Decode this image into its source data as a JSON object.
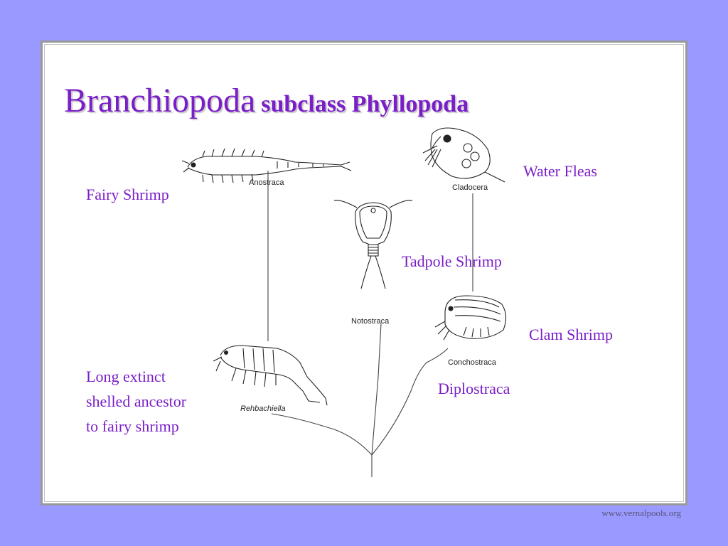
{
  "title": {
    "main": "Branchiopoda",
    "sub": "subclass Phyllopoda"
  },
  "labels": {
    "fairy_shrimp": "Fairy Shrimp",
    "water_fleas": "Water Fleas",
    "tadpole_shrimp": "Tadpole Shrimp",
    "clam_shrimp": "Clam Shrimp",
    "diplostraca": "Diplostraca",
    "ancestor": [
      "Long extinct",
      "shelled ancestor",
      "to fairy shrimp"
    ]
  },
  "specimens": {
    "anostraca": "Anostraca",
    "cladocera": "Cladocera",
    "notostraca": "Notostraca",
    "conchostraca": "Conchostraca",
    "rehbachiella": "Rehbachiella"
  },
  "credit": "www.vernalpools.org",
  "colors": {
    "background": "#9999ff",
    "text": "#7a1ec8"
  }
}
